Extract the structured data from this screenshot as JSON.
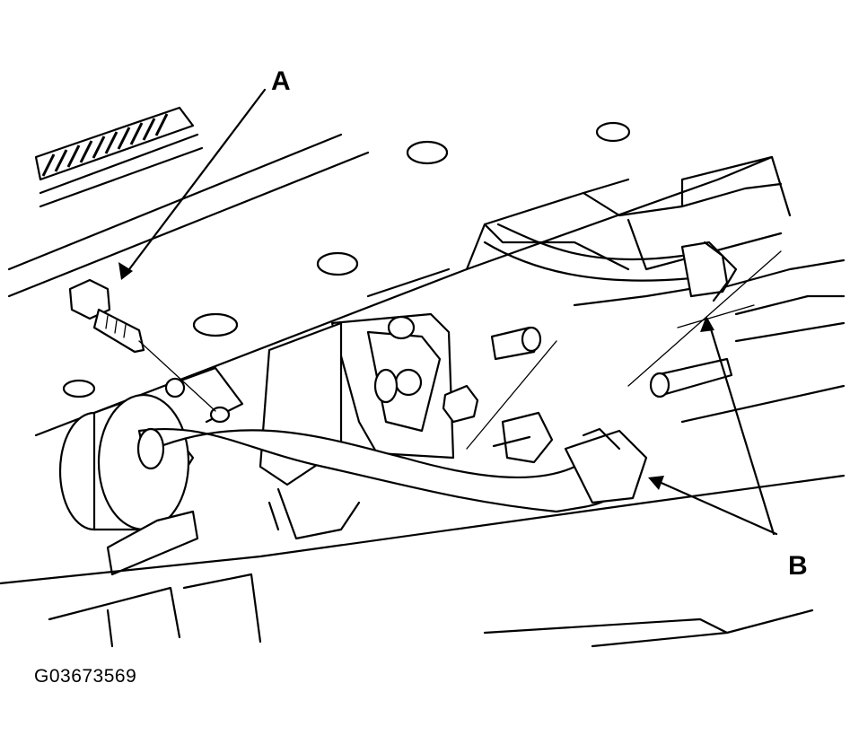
{
  "labels": {
    "a": "A",
    "b": "B"
  },
  "figure_code": "G03673569"
}
